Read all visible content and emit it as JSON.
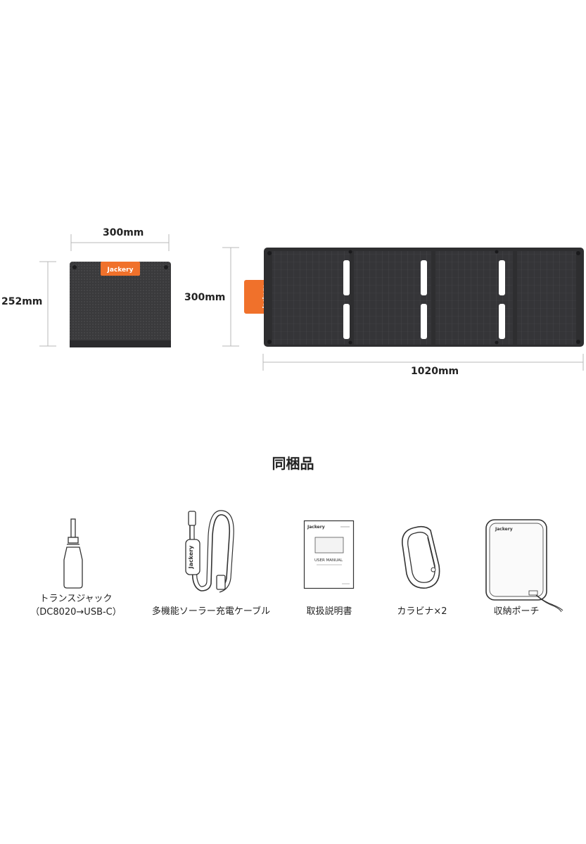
{
  "dimensions": {
    "folded_width": "300mm",
    "folded_height": "252mm",
    "unfolded_height": "300mm",
    "unfolded_width": "1020mm"
  },
  "brand": "Jackery",
  "section_title": "同梱品",
  "items": [
    {
      "label_line1": "トランスジャック",
      "label_line2": "（DC8020→USB-C）",
      "icon": "jack-adapter-icon"
    },
    {
      "label_line1": "多機能ソーラー充電ケーブル",
      "label_line2": "",
      "icon": "cable-icon"
    },
    {
      "label_line1": "取扱説明書",
      "label_line2": "",
      "icon": "manual-icon",
      "manual_title": "USER MANUAL"
    },
    {
      "label_line1": "カラビナ×2",
      "label_line2": "",
      "icon": "carabiner-icon"
    },
    {
      "label_line1": "収納ポーチ",
      "label_line2": "",
      "icon": "pouch-icon"
    }
  ],
  "colors": {
    "panel": "#2f2f31",
    "accent": "#f0712b",
    "line": "#b8b8b8"
  }
}
